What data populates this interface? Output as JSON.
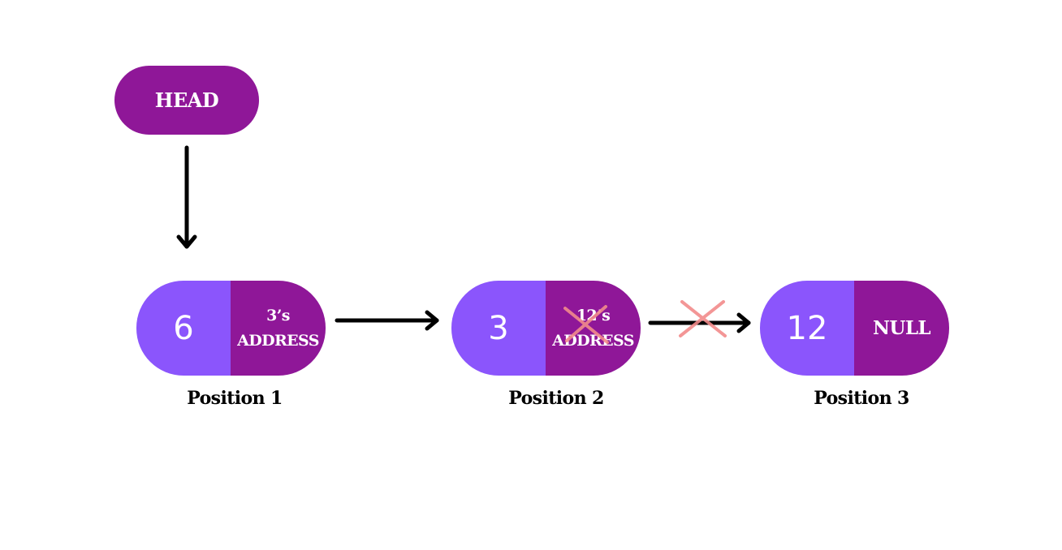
{
  "head": {
    "label": "HEAD"
  },
  "nodes": [
    {
      "data": "6",
      "ptr_line1": "3’s",
      "ptr_line2": "ADDRESS",
      "position_label": "Position 1"
    },
    {
      "data": "3",
      "ptr_line1": "12’s",
      "ptr_line2": "ADDRESS",
      "position_label": "Position 2"
    },
    {
      "data": "12",
      "ptr_line1": "NULL",
      "ptr_line2": "",
      "position_label": "Position 3"
    }
  ],
  "colors": {
    "data_cell": "#8b55fc",
    "pointer_cell": "#8f1798",
    "arrow": "#000000",
    "cross": "#f28b8b",
    "label": "#000000"
  }
}
